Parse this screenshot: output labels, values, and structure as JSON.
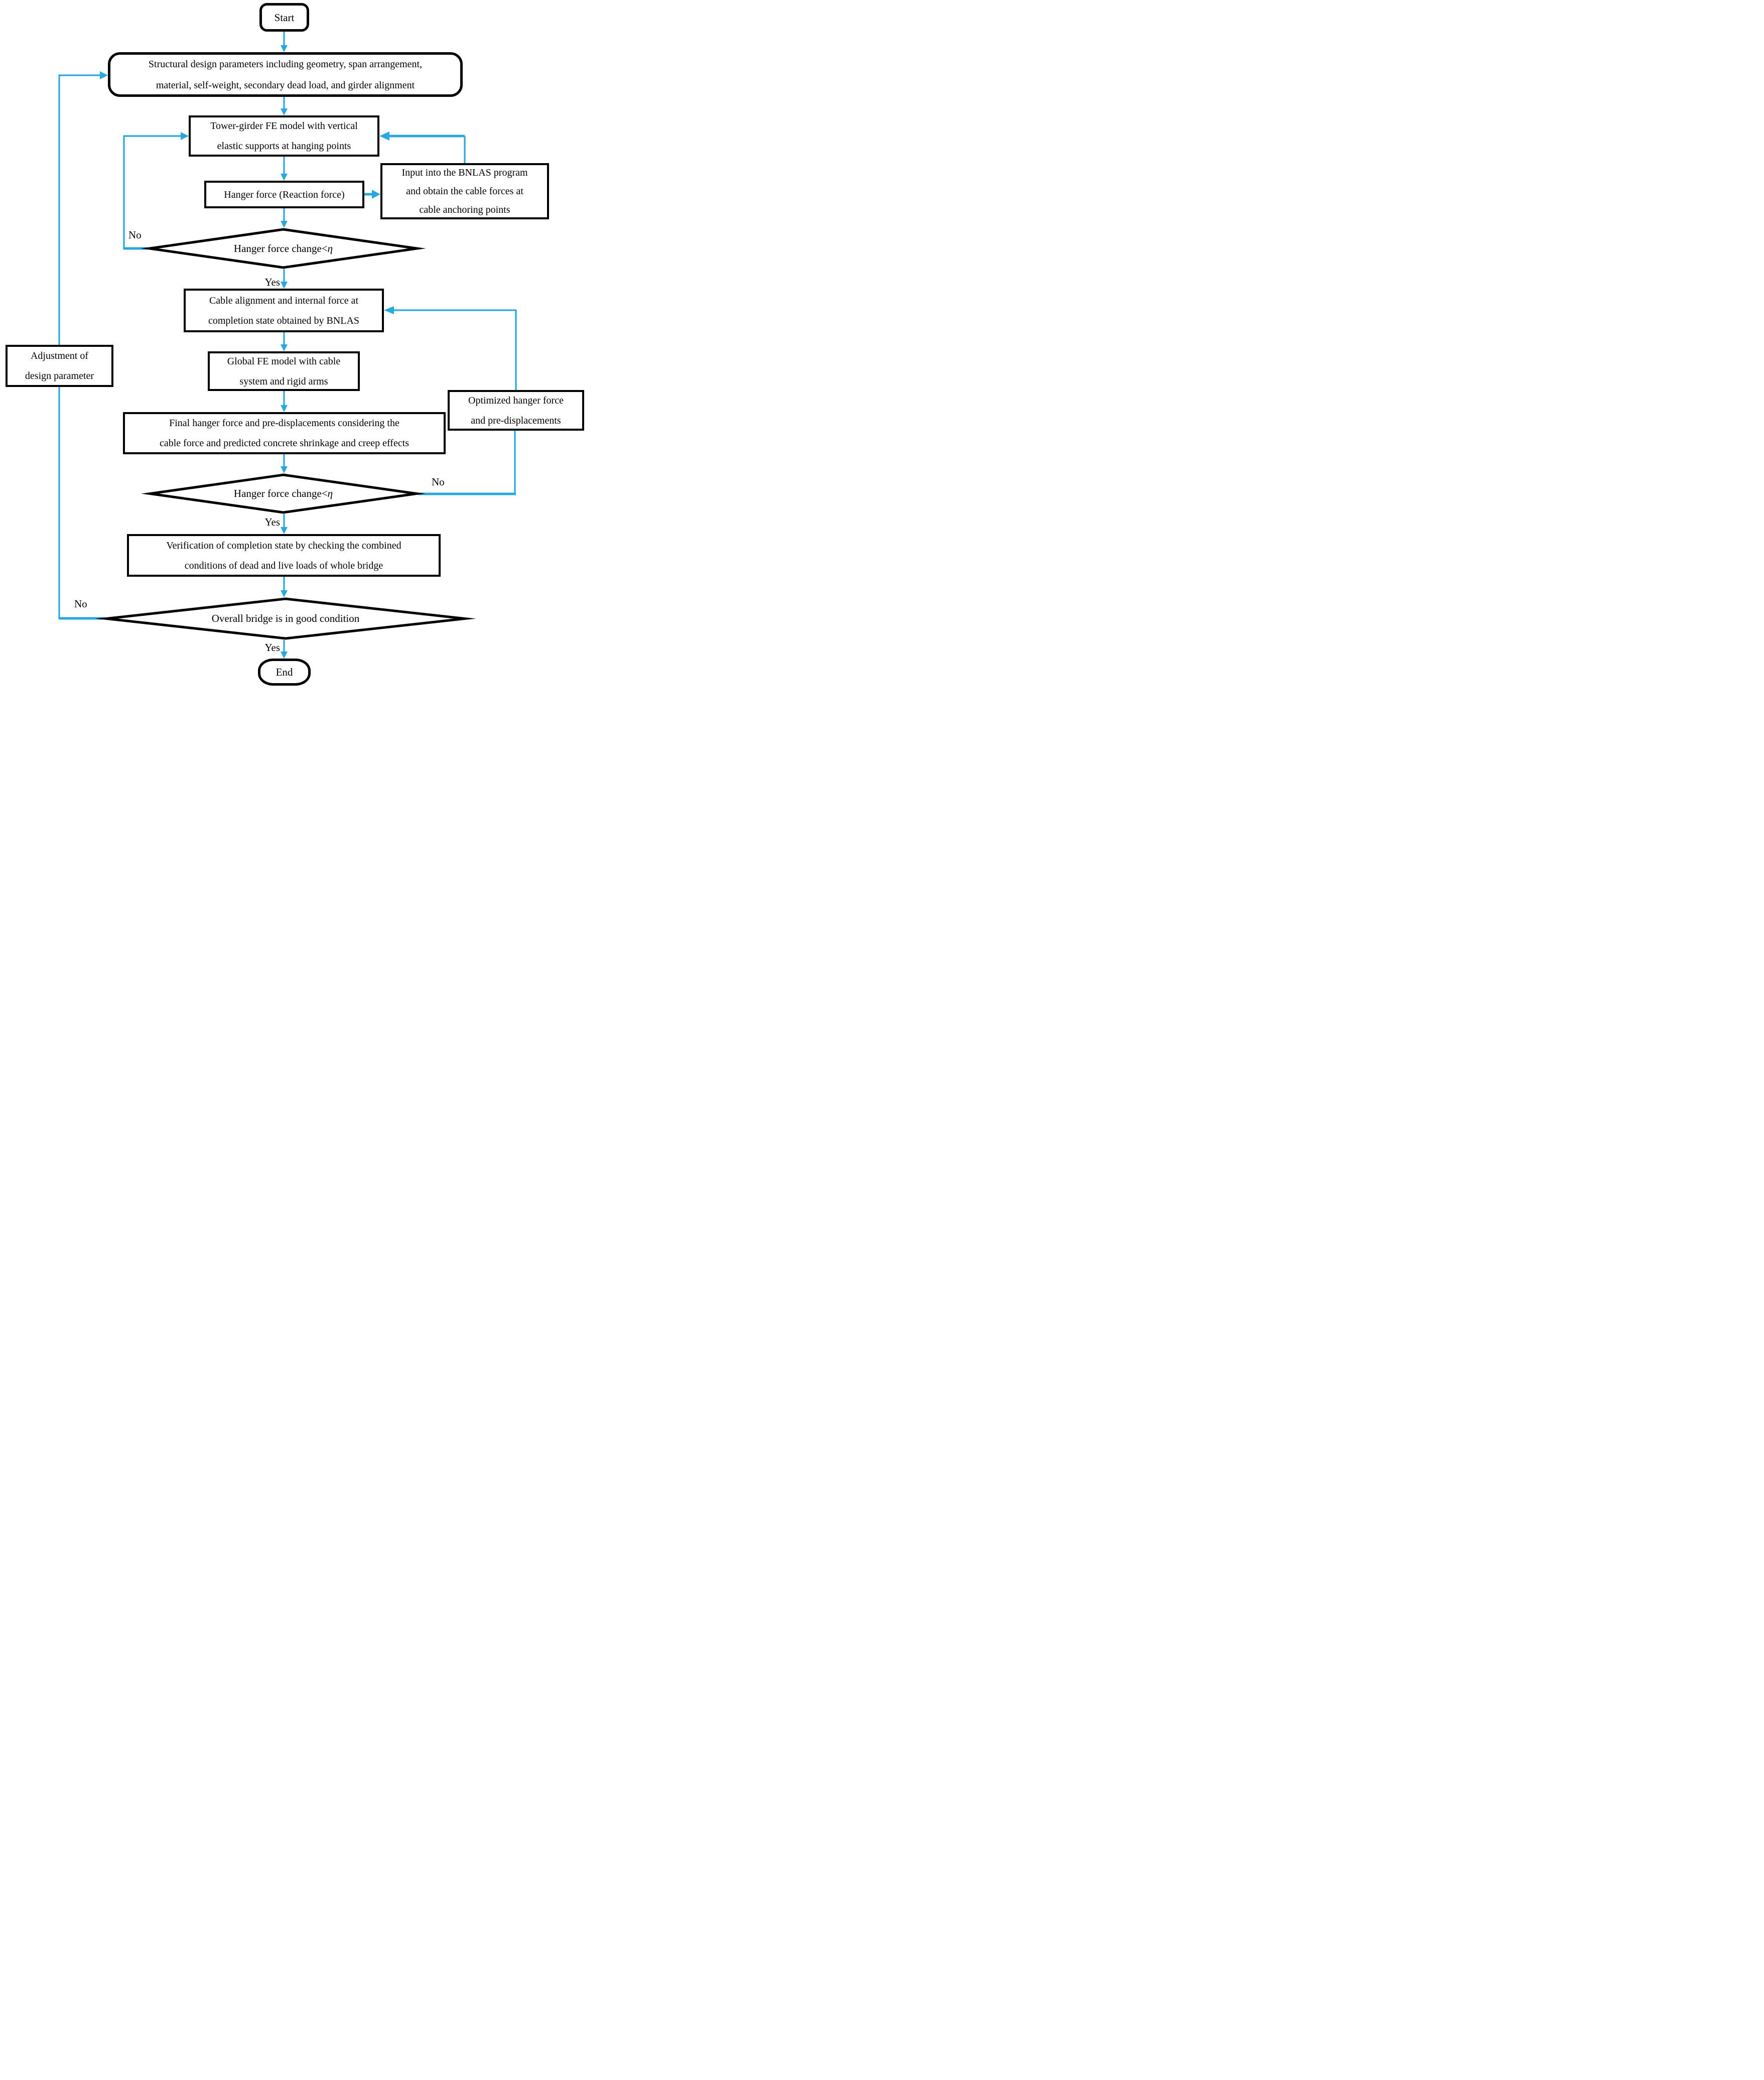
{
  "colors": {
    "arrow": "#29A8E0",
    "shape_border": "#000000",
    "text": "#000000",
    "background": "#FFFFFF"
  },
  "labels": {
    "yes": "Yes",
    "no": "No"
  },
  "nodes": {
    "start": "Start",
    "structural": "Structural design parameters including geometry, span arrangement,\nmaterial, self-weight, secondary dead load, and girder alignment",
    "tower_girder": "Tower-girder FE model with vertical\nelastic supports at hanging points",
    "hanger_force": "Hanger force (Reaction force)",
    "bnlas_input": "Input into the BNLAS program\nand obtain the cable forces at\ncable anchoring points",
    "decision_hanger_1": {
      "text": "Hanger force change<",
      "eta": "η"
    },
    "cable_alignment": "Cable alignment and internal force at\ncompletion state obtained by BNLAS",
    "global_fe": "Global FE model with cable\nsystem and rigid arms",
    "final_hanger": "Final hanger force and pre-displacements considering the\ncable force and predicted concrete shrinkage and creep effects",
    "optimized": "Optimized hanger force\nand pre-displacements",
    "decision_hanger_2": {
      "text": "Hanger force change<",
      "eta": "η"
    },
    "verification": "Verification of completion state by checking the combined\nconditions of dead and live loads of whole bridge",
    "decision_overall": "Overall bridge is in good condition",
    "adjustment": "Adjustment of\ndesign parameter",
    "end": "End"
  }
}
